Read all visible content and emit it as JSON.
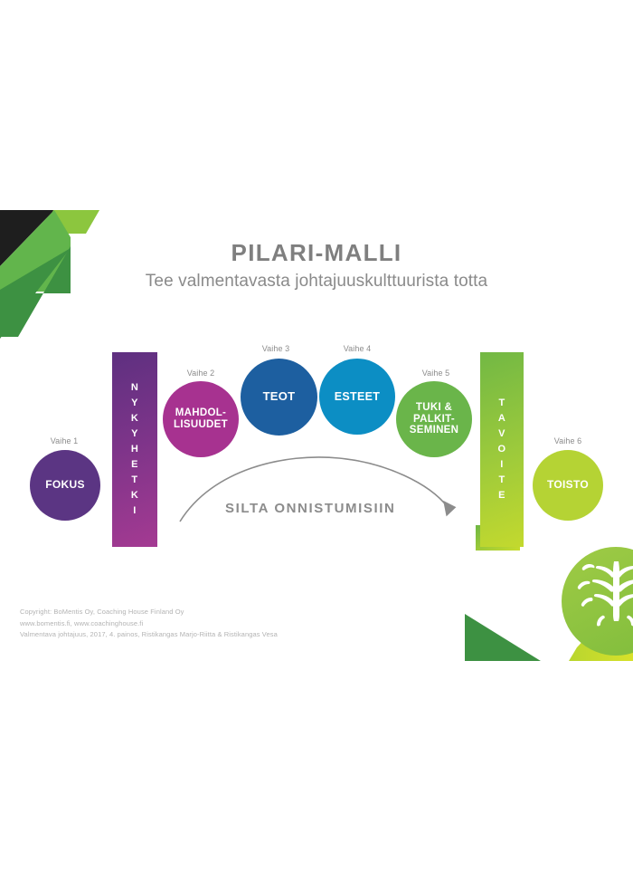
{
  "header": {
    "title": "PILARI-MALLI",
    "subtitle": "Tee valmentavasta johtajuuskulttuurista totta"
  },
  "diagram": {
    "bridge_label": "SILTA ONNISTUMISIIN",
    "nodes": [
      {
        "stage": "Vaihe 1",
        "label": "FOKUS",
        "color": "#5b3583",
        "shape": "circle"
      },
      {
        "stage": "Vaihe 2",
        "label": "MAHDOL-\nLISUUDET",
        "line1": "MAHDOL-",
        "line2": "LISUUDET",
        "color": "#a73290",
        "shape": "circle"
      },
      {
        "stage": "Vaihe 3",
        "label": "TEOT",
        "color": "#1d5fa0",
        "shape": "circle"
      },
      {
        "stage": "Vaihe 4",
        "label": "ESTEET",
        "color": "#0c8ec4",
        "shape": "circle"
      },
      {
        "stage": "Vaihe 5",
        "label": "TUKI &\nPALKIT-\nSEMINEN",
        "line1": "TUKI &",
        "line2": "PALKIT-",
        "line3": "SEMINEN",
        "color": "#6ab54a",
        "shape": "circle"
      },
      {
        "stage": "Vaihe 6",
        "label": "TOISTO",
        "color": "#b5d334",
        "shape": "circle"
      }
    ],
    "pillars": [
      {
        "label": "NYKYHETKI",
        "letters": [
          "N",
          "Y",
          "K",
          "Y",
          "H",
          "E",
          "T",
          "K",
          "I"
        ],
        "color_start": "#5e3080",
        "color_end": "#a43a92"
      },
      {
        "label": "TAVOITE",
        "letters": [
          "T",
          "A",
          "V",
          "O",
          "I",
          "T",
          "E"
        ],
        "color_start": "#72b844",
        "color_end": "#c3d92e"
      }
    ]
  },
  "footer": {
    "line1": "Copyright: BoMentis Oy, Coaching House Finland Oy",
    "line2": "www.bomentis.fi, www.coachinghouse.fi",
    "line3": "Valmentava johtajuus, 2017, 4. painos, Ristikangas Marjo-Riitta & Ristikangas Vesa"
  },
  "decoration": {
    "colors": {
      "black": "#1e1e1e",
      "light_green": "#8cc63e",
      "mid_green": "#62b54c",
      "dark_green": "#3d9142",
      "lime": "#c3d92e",
      "logo_green": "#9ac93f"
    }
  }
}
